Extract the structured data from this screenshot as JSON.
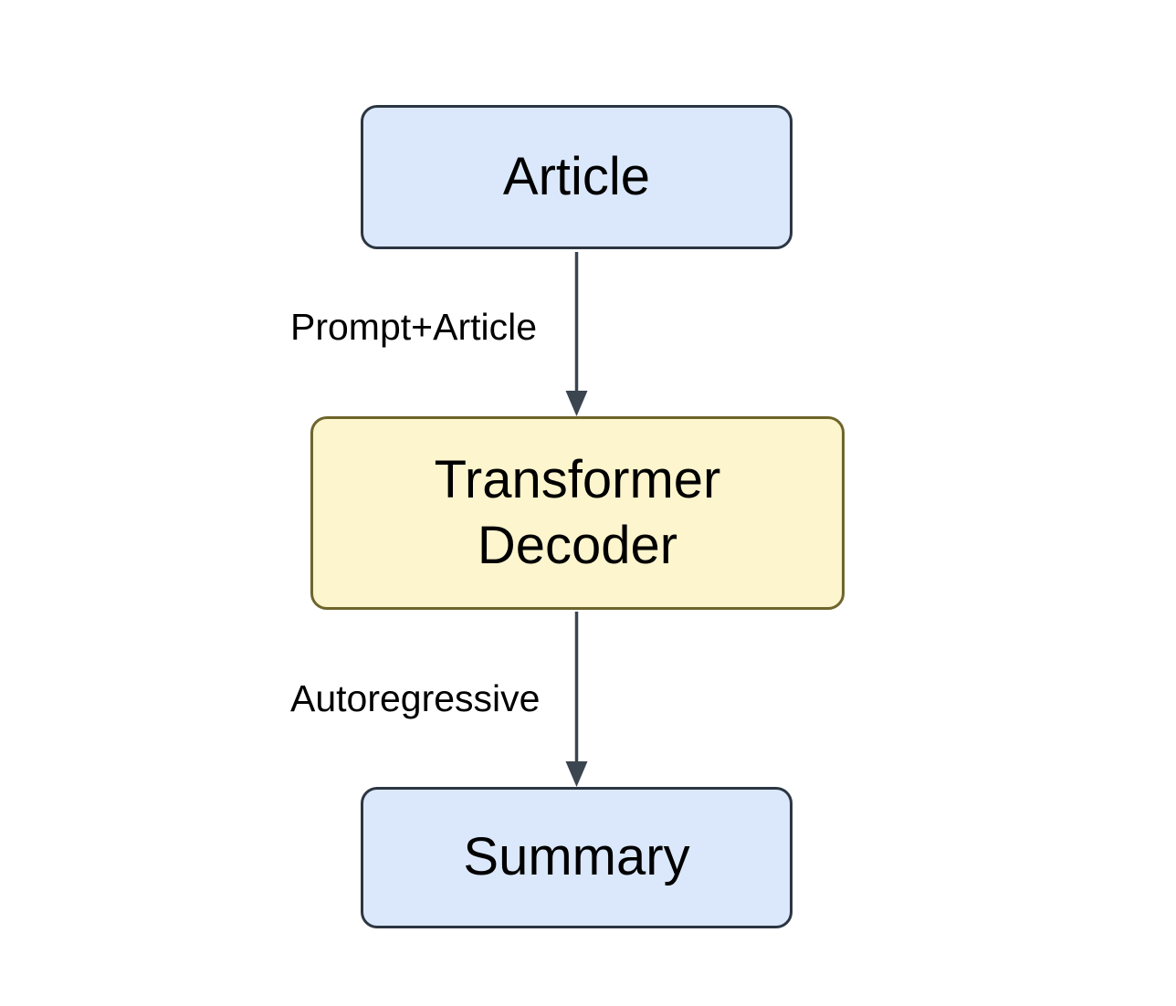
{
  "diagram": {
    "type": "flowchart",
    "nodes": [
      {
        "id": "article",
        "lines": [
          "Article"
        ],
        "style": "blue"
      },
      {
        "id": "transformer-decoder",
        "lines": [
          "Transformer",
          "Decoder"
        ],
        "style": "yellow"
      },
      {
        "id": "summary",
        "lines": [
          "Summary"
        ],
        "style": "blue"
      }
    ],
    "edges": [
      {
        "from": "article",
        "to": "transformer-decoder",
        "label": "Prompt+Article",
        "direction": "down"
      },
      {
        "from": "transformer-decoder",
        "to": "summary",
        "label": "Autoregressive",
        "direction": "down"
      }
    ]
  },
  "colors": {
    "background": "#ffffff",
    "text": "#000000",
    "arrow": "#3a4550",
    "node-blue-fill": "#dbe8fb",
    "node-blue-border": "#2c3642",
    "node-yellow-fill": "#fcf5cd",
    "node-yellow-border": "#6e652b"
  }
}
